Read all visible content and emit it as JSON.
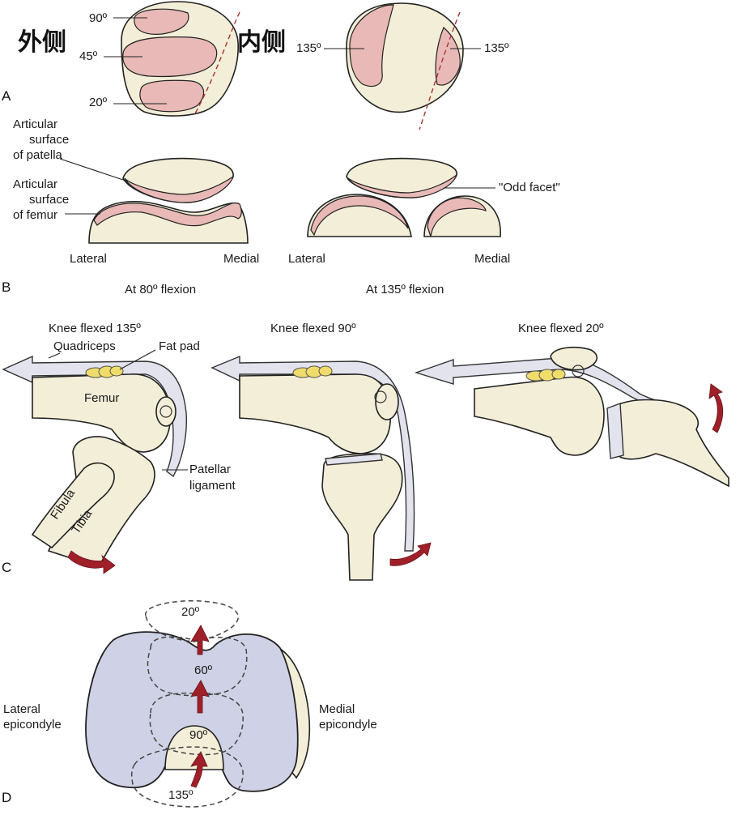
{
  "panel_a": {
    "letter": "A",
    "lateral_cn": "外侧",
    "medial_cn": "内侧",
    "angles_left": [
      "90º",
      "45º",
      "20º"
    ],
    "angle_right_left": "135º",
    "angle_right_right": "135º"
  },
  "panel_b": {
    "letter": "B",
    "patella_label": [
      "Articular",
      "surface",
      "of patella"
    ],
    "femur_label": [
      "Articular",
      "surface",
      "of femur"
    ],
    "odd_facet": "\"Odd facet\"",
    "lateral_1": "Lateral",
    "medial_1": "Medial",
    "lateral_2": "Lateral",
    "medial_2": "Medial",
    "caption_1": "At 80º flexion",
    "caption_2": "At 135º flexion"
  },
  "panel_c": {
    "letter": "C",
    "title_1": "Knee flexed 135º",
    "title_2": "Knee flexed 90º",
    "title_3": "Knee flexed 20º",
    "quadriceps": "Quadriceps",
    "fat_pad": "Fat pad",
    "femur": "Femur",
    "patellar_ligament": [
      "Patellar",
      "ligament"
    ],
    "fibula": "Fibula",
    "tibia": "Tibia"
  },
  "panel_d": {
    "letter": "D",
    "lateral_epicondyle": [
      "Lateral",
      "epicondyle"
    ],
    "medial_epicondyle": [
      "Medial",
      "epicondyle"
    ],
    "angles": [
      "20º",
      "60º",
      "90º",
      "135º"
    ]
  },
  "colors": {
    "bone": "#f3eed8",
    "cartilage": "#e8b9b6",
    "arrow": "#a0202a",
    "femur_d": "#cfd2e6"
  }
}
